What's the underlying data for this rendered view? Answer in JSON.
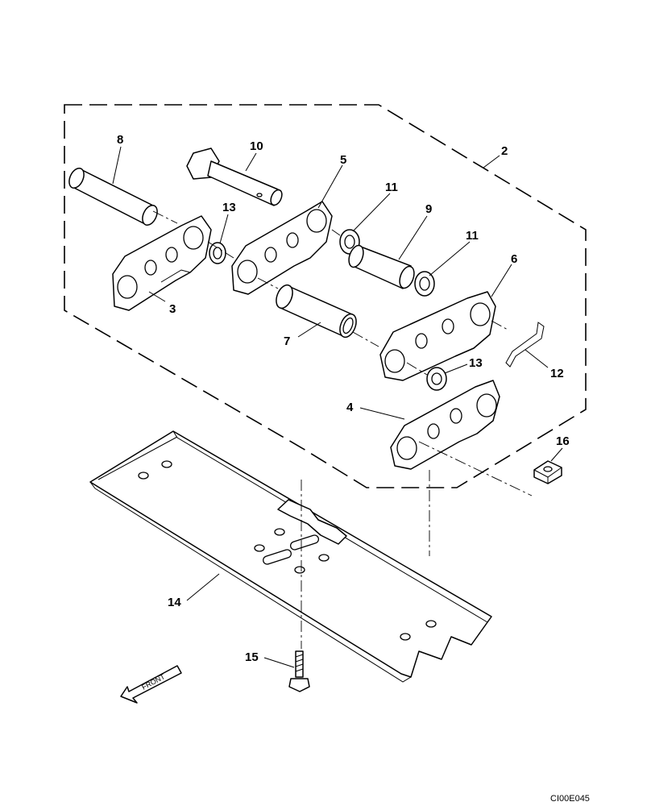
{
  "labels": {
    "l2": "2",
    "l3": "3",
    "l4": "4",
    "l5": "5",
    "l6": "6",
    "l7": "7",
    "l8": "8",
    "l9": "9",
    "l10": "10",
    "l11a": "11",
    "l11b": "11",
    "l12": "12",
    "l13a": "13",
    "l13b": "13",
    "l14": "14",
    "l15": "15",
    "l16": "16"
  },
  "front_label": "FRONT",
  "drawing_code": "CI00E045",
  "colors": {
    "line": "#000000",
    "background": "#ffffff"
  }
}
